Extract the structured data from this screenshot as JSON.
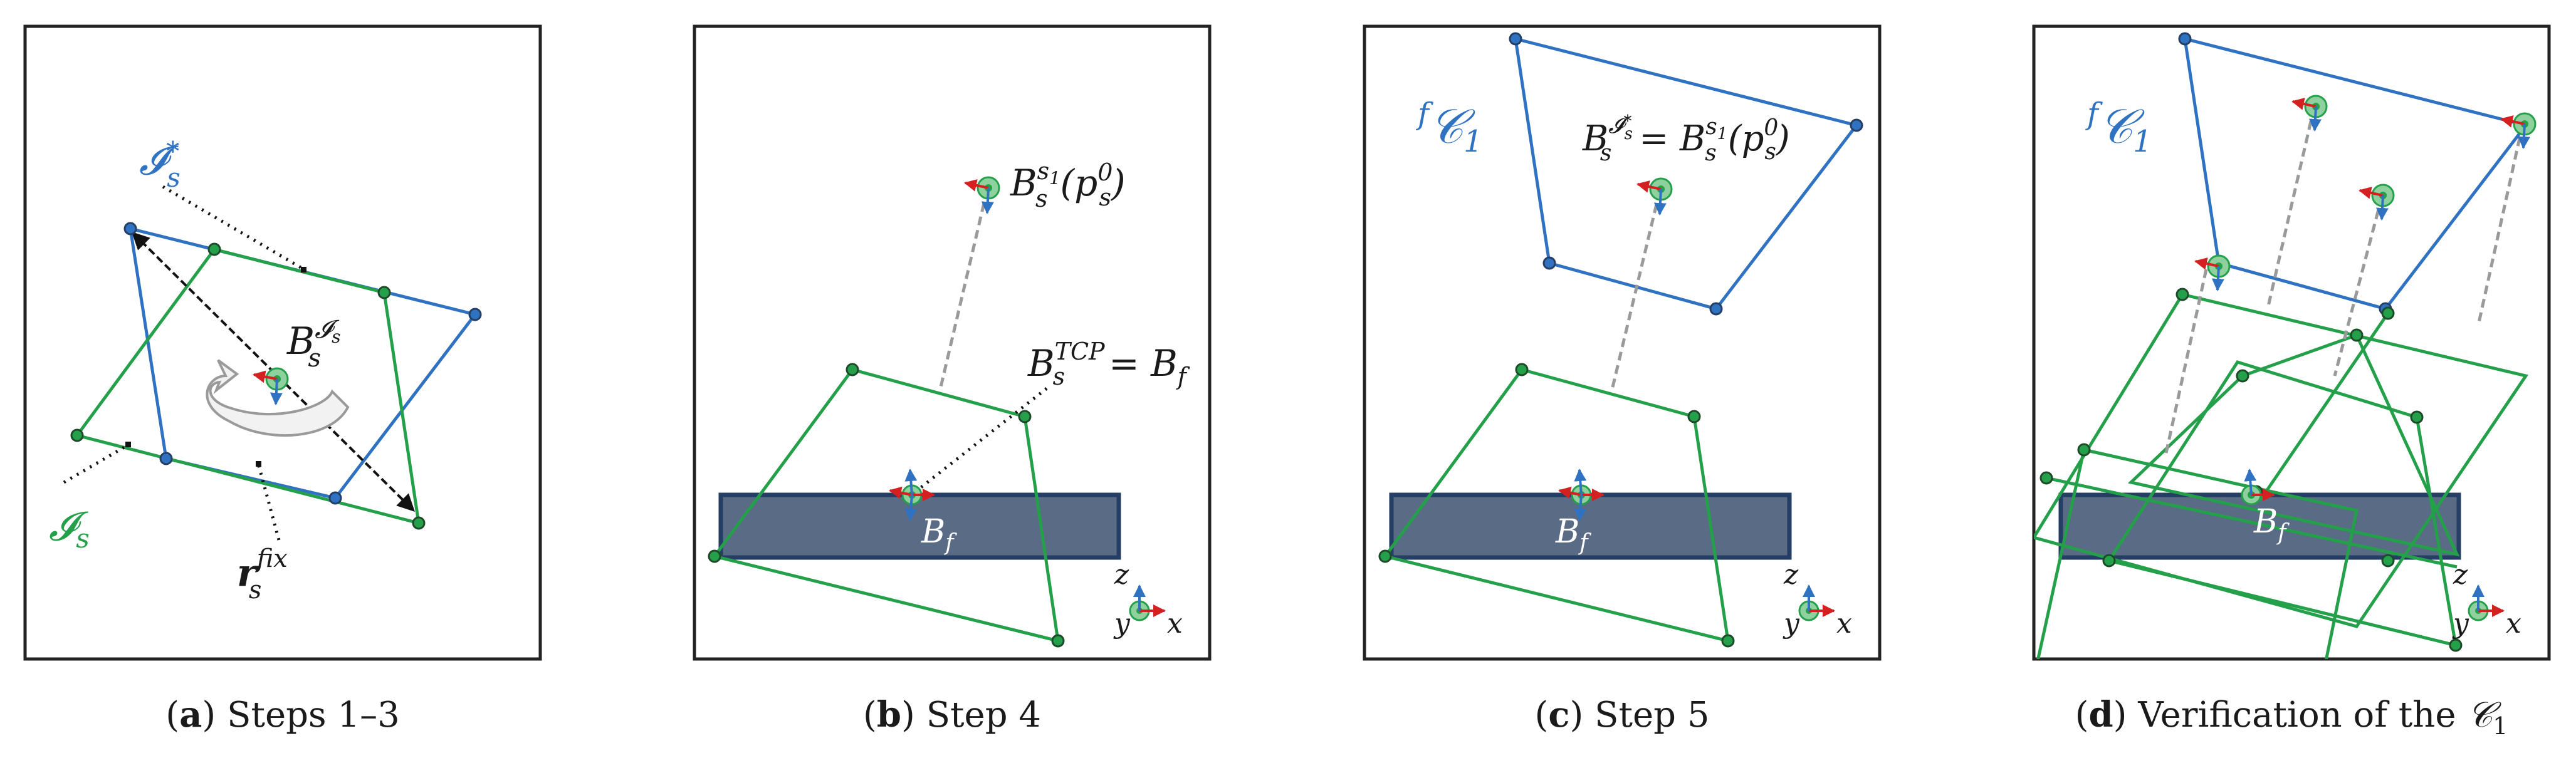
{
  "colors": {
    "blue": "#2f72c2",
    "green": "#25a04a",
    "navy": "#253e63",
    "plate": "#5a6b85",
    "red": "#d42020",
    "gray": "#9a9a9a"
  },
  "panels": {
    "a": {
      "caption_letter": "a",
      "caption_text": "Steps 1–3",
      "label_I_star": "𝓘",
      "label_I_star_sup": "*",
      "label_I_star_sub": "s",
      "label_I": "𝓘",
      "label_I_sub": "s",
      "label_B": "B",
      "label_B_sup": "𝓘",
      "label_B_sup_sub": "s",
      "label_B_sub": "s",
      "label_r": "r",
      "label_r_sup": "fix",
      "label_r_sub": "s"
    },
    "b": {
      "caption_letter": "b",
      "caption_text": "Step 4",
      "label_top": "B",
      "label_top_sup": "s",
      "label_top_sup_sub": "1",
      "label_top_sub": "s",
      "label_top_arg": "(p",
      "label_top_arg_sup": "0",
      "label_top_arg_sub": "s",
      "label_top_close": ")",
      "label_tcp": "B",
      "label_tcp_sup": "TCP",
      "label_tcp_sub": "s",
      "label_tcp_eq": "= B",
      "label_tcp_eq_sub": "f",
      "label_bf": "B",
      "label_bf_sub": "f",
      "axis_z": "z",
      "axis_y": "y",
      "axis_x": "x"
    },
    "c": {
      "caption_letter": "c",
      "caption_text": "Step 5",
      "label_fc": "𝒞",
      "label_fc_pre": "f",
      "label_fc_sub": "1",
      "label_eq_left": "B",
      "label_eq_left_sup": "𝓘",
      "label_eq_left_sup_sup": "*",
      "label_eq_left_sup_sub": "s",
      "label_eq_left_sub": "s",
      "label_eq_mid": "= B",
      "label_eq_mid_sup": "s",
      "label_eq_mid_sup_sub": "1",
      "label_eq_mid_sub": "s",
      "label_eq_arg": "(p",
      "label_eq_arg_sup": "0",
      "label_eq_arg_sub": "s",
      "label_eq_close": ")",
      "label_bf": "B",
      "label_bf_sub": "f",
      "axis_z": "z",
      "axis_y": "y",
      "axis_x": "x"
    },
    "d": {
      "caption_letter": "d",
      "caption_text": "Verification of the",
      "caption_math": "𝒞",
      "caption_math_sub": "1",
      "label_fc": "𝒞",
      "label_fc_pre": "f",
      "label_fc_sub": "1",
      "label_bf": "B",
      "label_bf_sub": "f",
      "axis_z": "z",
      "axis_y": "y",
      "axis_x": "x"
    }
  }
}
